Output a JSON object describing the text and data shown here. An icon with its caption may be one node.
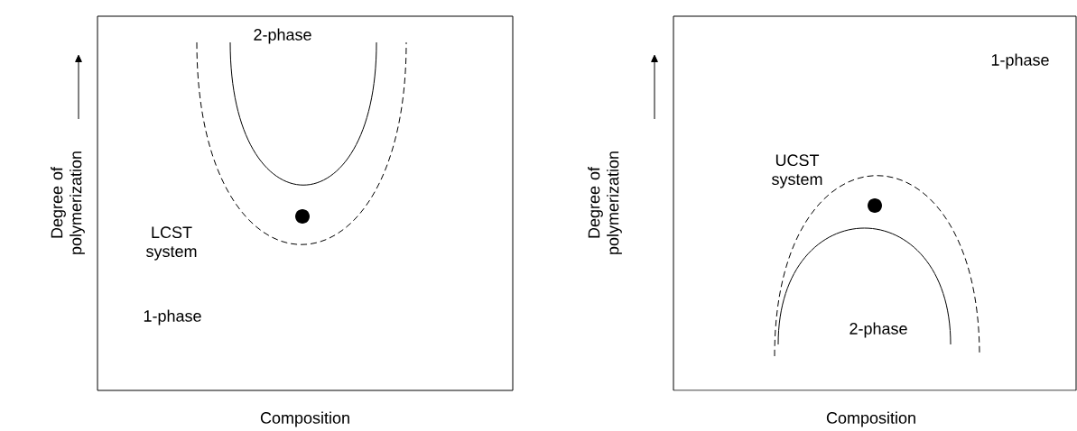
{
  "diagram": {
    "labels": [
      "Degree of polymerization",
      "2-phase",
      "LCST system",
      "1-phase",
      "Composition",
      "Degree of polymerization",
      "1-phase",
      "UCST system",
      "2-phase",
      "Composition"
    ]
  }
}
